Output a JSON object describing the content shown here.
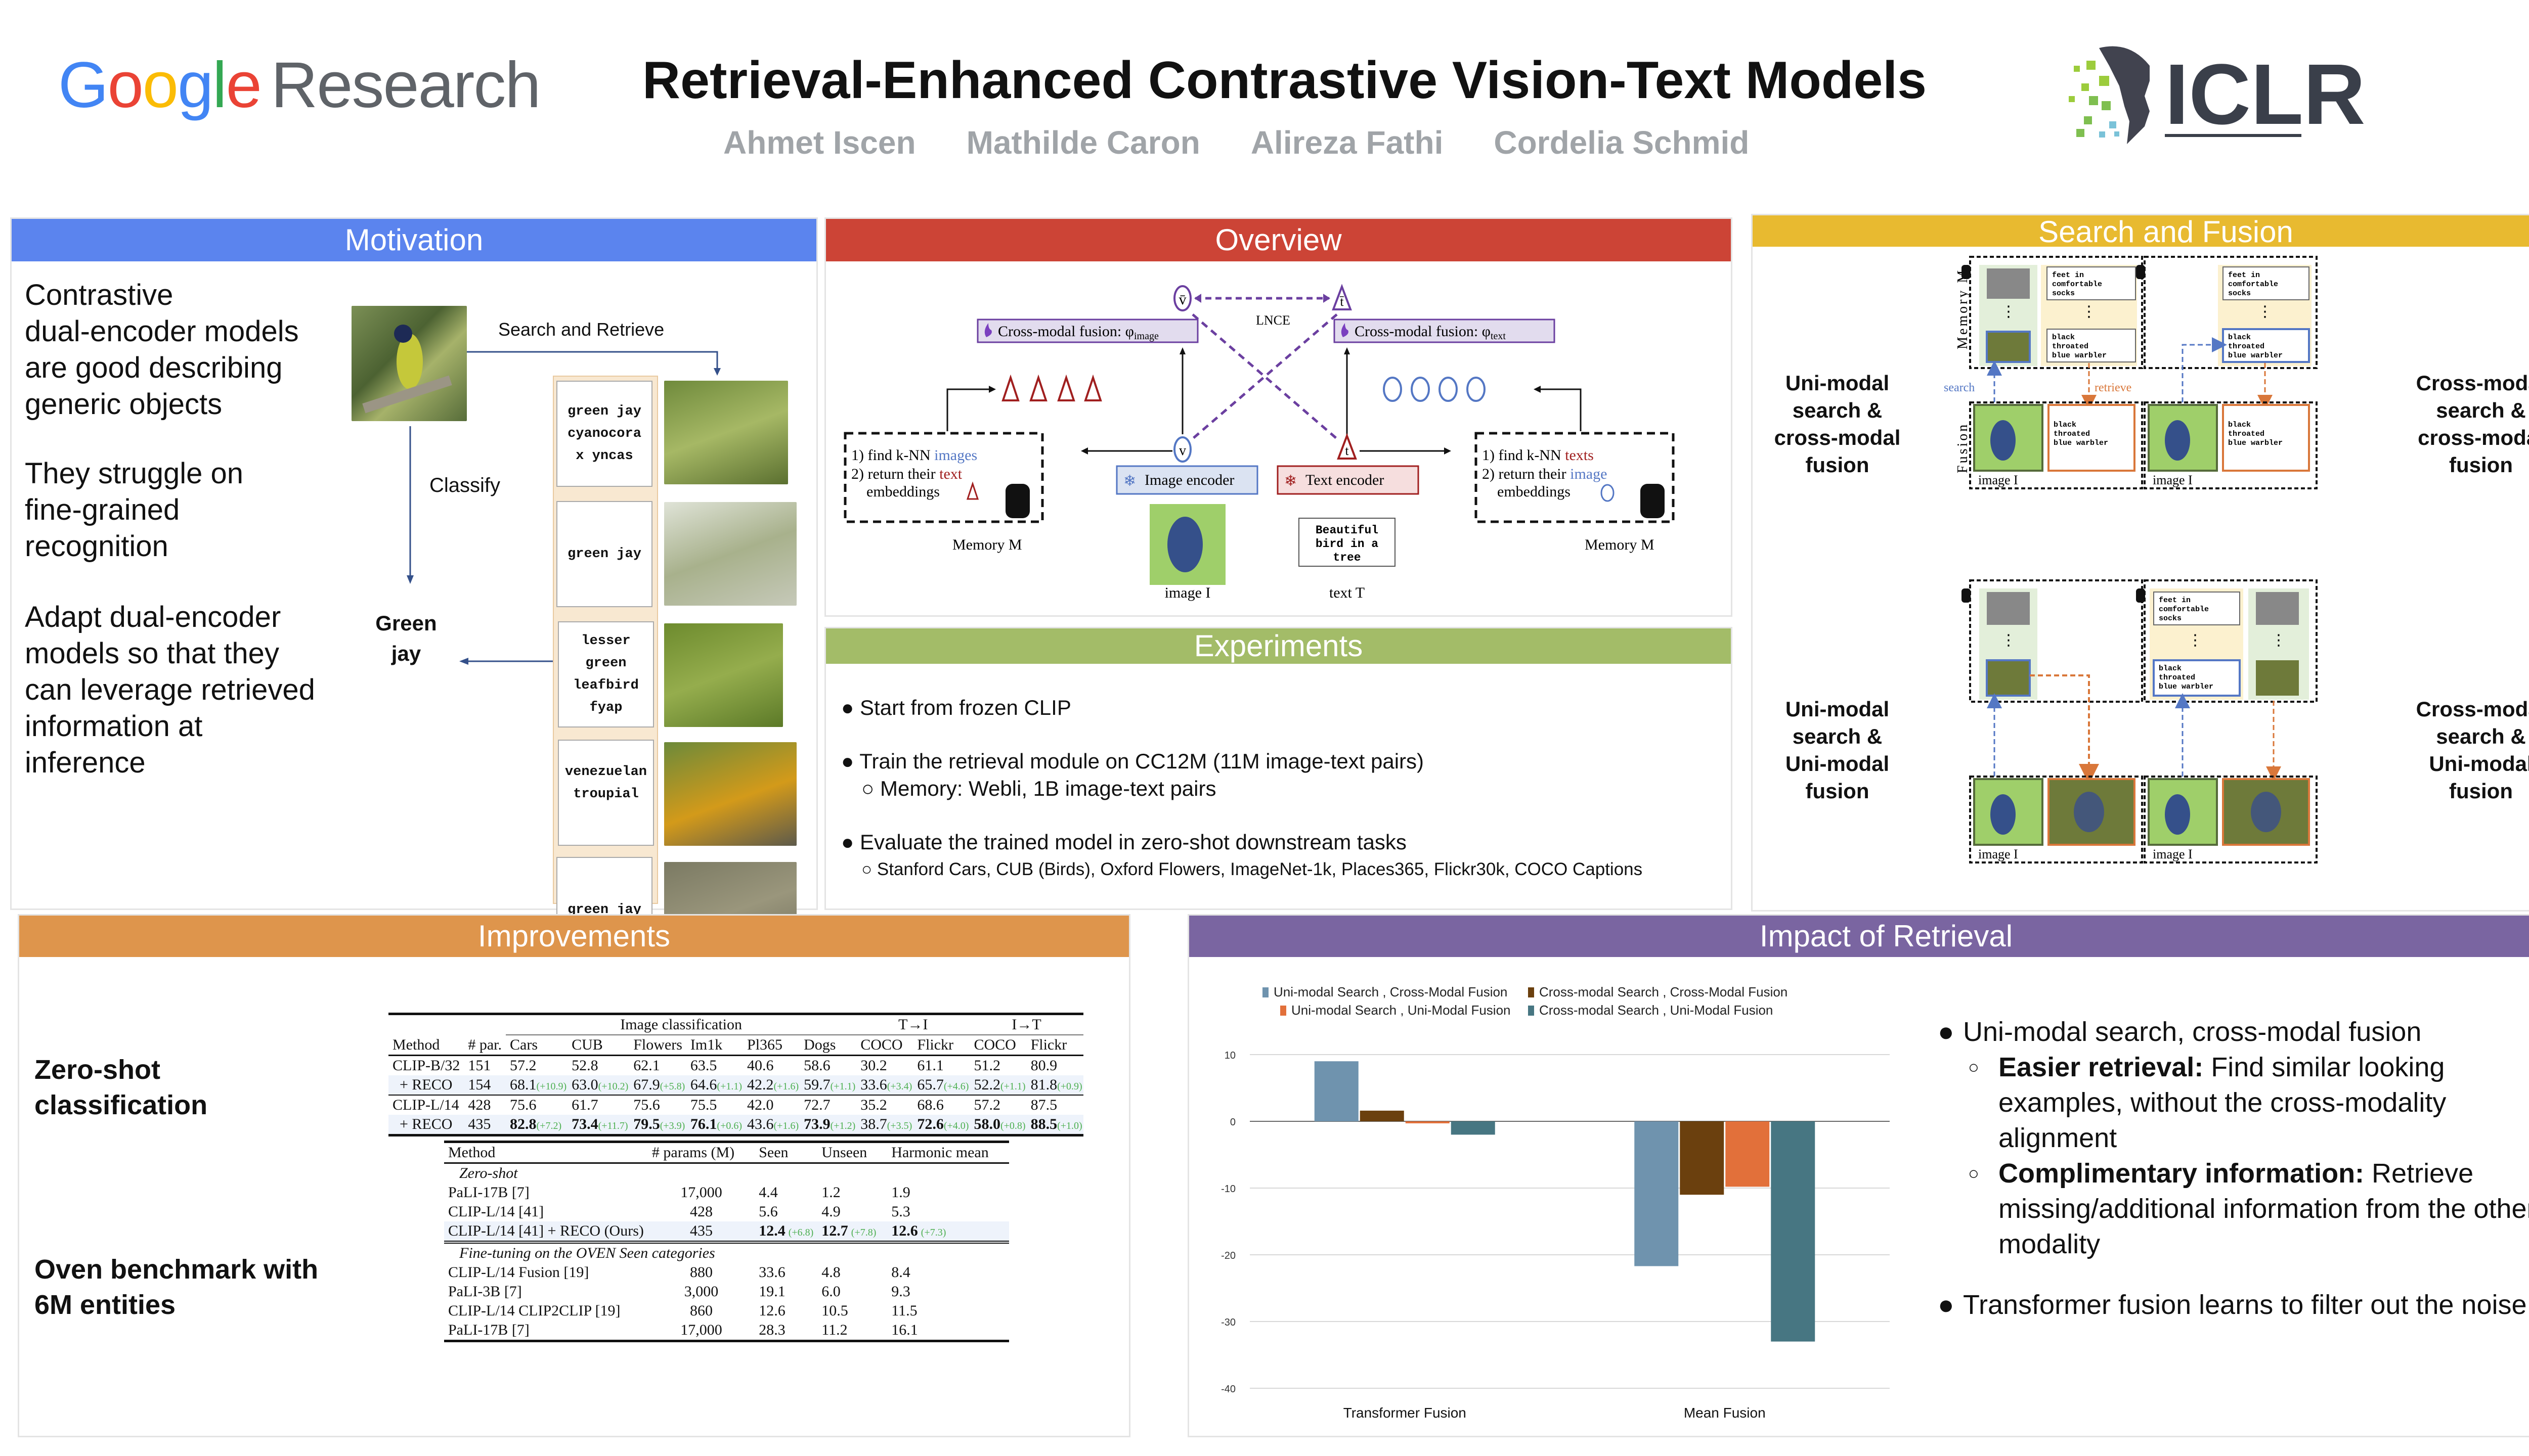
{
  "header": {
    "logo_google": [
      "G",
      "o",
      "o",
      "g",
      "l",
      "e"
    ],
    "logo_research": "Research",
    "title": "Retrieval-Enhanced Contrastive Vision-Text Models",
    "authors": [
      "Ahmet Iscen",
      "Mathilde Caron",
      "Alireza Fathi",
      "Cordelia Schmid"
    ],
    "conference_logo": "ICLR"
  },
  "colors": {
    "motivation": "#5b84ee",
    "overview": "#cc4436",
    "experiments": "#a3bc68",
    "search_fusion": "#e8ba30",
    "improvements": "#de954c",
    "impact": "#7a65a1"
  },
  "motivation": {
    "title": "Motivation",
    "paragraphs": [
      [
        "Contrastive",
        "dual-encoder models",
        "are good describing",
        "generic objects"
      ],
      [
        "They struggle on",
        "fine-grained",
        "recognition"
      ],
      [
        "Adapt dual-encoder",
        "models so that they",
        "can leverage retrieved",
        "information at",
        "inference"
      ]
    ],
    "search_label": "Search and Retrieve",
    "classify_label": "Classify",
    "result_label": [
      "Green",
      "jay"
    ],
    "retrieved_captions": [
      [
        "green jay",
        "cyanocora",
        "x yncas"
      ],
      [
        "green jay"
      ],
      [
        "lesser",
        "green",
        "leafbird",
        "fyap"
      ],
      [
        "venezuelan",
        "troupial"
      ],
      [
        "green jay"
      ]
    ]
  },
  "overview": {
    "title": "Overview",
    "v_bar": "v̄",
    "t_bar": "t̄",
    "loss": "LNCE",
    "fusion_image": "Cross-modal fusion: φ",
    "fusion_image_sub": "image",
    "fusion_text": "Cross-modal fusion: φ",
    "fusion_text_sub": "text",
    "v": "v",
    "t": "t",
    "image_encoder": "Image encoder",
    "text_encoder": "Text  encoder",
    "left_memory": {
      "l1a": "1) find k-NN ",
      "l1b": "images",
      "l2a": "2) return their ",
      "l2b": "text",
      "l3": "embeddings",
      "label": "Memory M"
    },
    "right_memory": {
      "l1a": "1) find k-NN ",
      "l1b": "texts",
      "l2a": "2) return their ",
      "l2b": "image",
      "l3": "embeddings",
      "label": "Memory M"
    },
    "image_label": "image I",
    "text_label": "text T",
    "text_sample": [
      "Beautiful",
      "bird in a",
      "tree"
    ]
  },
  "experiments": {
    "title": "Experiments",
    "bullets": [
      {
        "text": "Start from frozen CLIP",
        "sub": []
      },
      {
        "text": "Train the retrieval module on CC12M (11M image-text pairs)",
        "sub": [
          "Memory: Webli, 1B image-text pairs"
        ]
      },
      {
        "text": "Evaluate the trained model in zero-shot downstream tasks",
        "sub": [
          "Stanford Cars, CUB (Birds), Oxford Flowers, ImageNet-1k, Places365, Flickr30k, COCO Captions"
        ]
      }
    ]
  },
  "search_fusion": {
    "title": "Search and Fusion",
    "labels": [
      [
        "Uni-modal",
        "search &",
        "cross-modal",
        "fusion"
      ],
      [
        "Cross-modal",
        "search &",
        "cross-modal",
        "fusion"
      ],
      [
        "Uni-modal",
        "search &",
        "Uni-modal",
        "fusion"
      ],
      [
        "Cross-modal",
        "search &",
        "Uni-modal",
        "fusion"
      ]
    ],
    "memory_label": "Memory M",
    "fusion_label": "Fusion",
    "search": "search",
    "retrieve": "retrieve",
    "cap_socks": [
      "feet in",
      "comfortable",
      "socks"
    ],
    "cap_warbler": [
      "black",
      "throated",
      "blue warbler"
    ],
    "image_label": "image I"
  },
  "improvements": {
    "title": "Improvements",
    "zero_shot_label": [
      "Zero-shot",
      "classification"
    ],
    "oven_label": [
      "Oven benchmark with",
      "6M entities"
    ],
    "table1": {
      "group_headers": [
        "Image classification",
        "T→I",
        "I→T"
      ],
      "columns": [
        "Method",
        "# par.",
        "Cars",
        "CUB",
        "Flowers",
        "Im1k",
        "Pl365",
        "Dogs",
        "COCO",
        "Flickr",
        "COCO",
        "Flickr"
      ],
      "rows": [
        {
          "method": "CLIP-B/32",
          "par": "151",
          "vals": [
            [
              "57.2",
              ""
            ],
            [
              "52.8",
              ""
            ],
            [
              "62.1",
              ""
            ],
            [
              "63.5",
              ""
            ],
            [
              "40.6",
              ""
            ],
            [
              "58.6",
              ""
            ],
            [
              "30.2",
              ""
            ],
            [
              "61.1",
              ""
            ],
            [
              "51.2",
              ""
            ],
            [
              "80.9",
              ""
            ]
          ],
          "bold": []
        },
        {
          "method": "+ RECO",
          "par": "154",
          "vals": [
            [
              "68.1",
              "(+10.9)"
            ],
            [
              "63.0",
              "(+10.2)"
            ],
            [
              "67.9",
              "(+5.8)"
            ],
            [
              "64.6",
              "(+1.1)"
            ],
            [
              "42.2",
              "(+1.6)"
            ],
            [
              "59.7",
              "(+1.1)"
            ],
            [
              "33.6",
              "(+3.4)"
            ],
            [
              "65.7",
              "(+4.6)"
            ],
            [
              "52.2",
              "(+1.1)"
            ],
            [
              "81.8",
              "(+0.9)"
            ]
          ],
          "bold": [],
          "highlight": true
        },
        {
          "method": "CLIP-L/14",
          "par": "428",
          "vals": [
            [
              "75.6",
              ""
            ],
            [
              "61.7",
              ""
            ],
            [
              "75.6",
              ""
            ],
            [
              "75.5",
              ""
            ],
            [
              "42.0",
              ""
            ],
            [
              "72.7",
              ""
            ],
            [
              "35.2",
              ""
            ],
            [
              "68.6",
              ""
            ],
            [
              "57.2",
              ""
            ],
            [
              "87.5",
              ""
            ]
          ],
          "bold": []
        },
        {
          "method": "+ RECO",
          "par": "435",
          "vals": [
            [
              "82.8",
              "(+7.2)"
            ],
            [
              "73.4",
              "(+11.7)"
            ],
            [
              "79.5",
              "(+3.9)"
            ],
            [
              "76.1",
              "(+0.6)"
            ],
            [
              "43.6",
              "(+1.6)"
            ],
            [
              "73.9",
              "(+1.2)"
            ],
            [
              "38.7",
              "(+3.5)"
            ],
            [
              "72.6",
              "(+4.0)"
            ],
            [
              "58.0",
              "(+0.8)"
            ],
            [
              "88.5",
              "(+1.0)"
            ]
          ],
          "bold": [
            0,
            1,
            2,
            3,
            5,
            7,
            8,
            9
          ],
          "highlight": true
        }
      ]
    },
    "table2": {
      "columns": [
        "Method",
        "# params (M)",
        "Seen",
        "Unseen",
        "Harmonic mean"
      ],
      "section1": "Zero-shot",
      "rows1": [
        {
          "method": "PaLI-17B [7]",
          "params": "17,000",
          "seen": "4.4",
          "unseen": "1.2",
          "hm": "1.9"
        },
        {
          "method": "CLIP-L/14 [41]",
          "params": "428",
          "seen": "5.6",
          "unseen": "4.9",
          "hm": "5.3"
        },
        {
          "method": "CLIP-L/14 [41] + RECO (Ours)",
          "params": "435",
          "seen": "12.4",
          "seen_d": "(+6.8)",
          "unseen": "12.7",
          "unseen_d": "(+7.8)",
          "hm": "12.6",
          "hm_d": "(+7.3)",
          "highlight": true
        }
      ],
      "section2": "Fine-tuning on the OVEN Seen categories",
      "rows2": [
        {
          "method": "CLIP-L/14 Fusion [19]",
          "params": "880",
          "seen": "33.6",
          "unseen": "4.8",
          "hm": "8.4"
        },
        {
          "method": "PaLI-3B [7]",
          "params": "3,000",
          "seen": "19.1",
          "unseen": "6.0",
          "hm": "9.3"
        },
        {
          "method": "CLIP-L/14 CLIP2CLIP [19]",
          "params": "860",
          "seen": "12.6",
          "unseen": "10.5",
          "hm": "11.5"
        },
        {
          "method": "PaLI-17B [7]",
          "params": "17,000",
          "seen": "28.3",
          "unseen": "11.2",
          "hm": "16.1"
        }
      ]
    }
  },
  "impact": {
    "title": "Impact of Retrieval",
    "bullets": [
      {
        "text": "Uni-modal search, cross-modal fusion",
        "sub": [
          {
            "bold": "Easier retrieval:",
            "text": " Find similar looking examples, without the cross-modality alignment"
          },
          {
            "bold": "Complimentary information:",
            "text": " Retrieve missing/additional information from the other modality"
          }
        ]
      },
      {
        "text": "Transformer fusion learns to filter out the noise",
        "sub": []
      }
    ]
  },
  "chart_data": {
    "type": "bar",
    "title": "",
    "xlabel": "",
    "ylabel": "",
    "categories": [
      "Transformer Fusion",
      "Mean Fusion"
    ],
    "series": [
      {
        "name": "Uni-modal Search , Cross-Modal Fusion",
        "color": "#6f93ae",
        "values": [
          9.0,
          -21.7
        ]
      },
      {
        "name": "Cross-modal Search , Cross-Modal Fusion",
        "color": "#6b400e",
        "values": [
          1.6,
          -11.0
        ]
      },
      {
        "name": "Uni-modal Search , Uni-Modal Fusion",
        "color": "#e2703a",
        "values": [
          -0.3,
          -9.8
        ]
      },
      {
        "name": "Cross-modal Search , Uni-Modal Fusion",
        "color": "#477682",
        "values": [
          -2.0,
          -33.0
        ]
      }
    ],
    "ylim": [
      -40,
      10
    ],
    "yticks": [
      10,
      0,
      -10,
      -20,
      -30,
      -40
    ],
    "grid": true,
    "legend": "top"
  }
}
